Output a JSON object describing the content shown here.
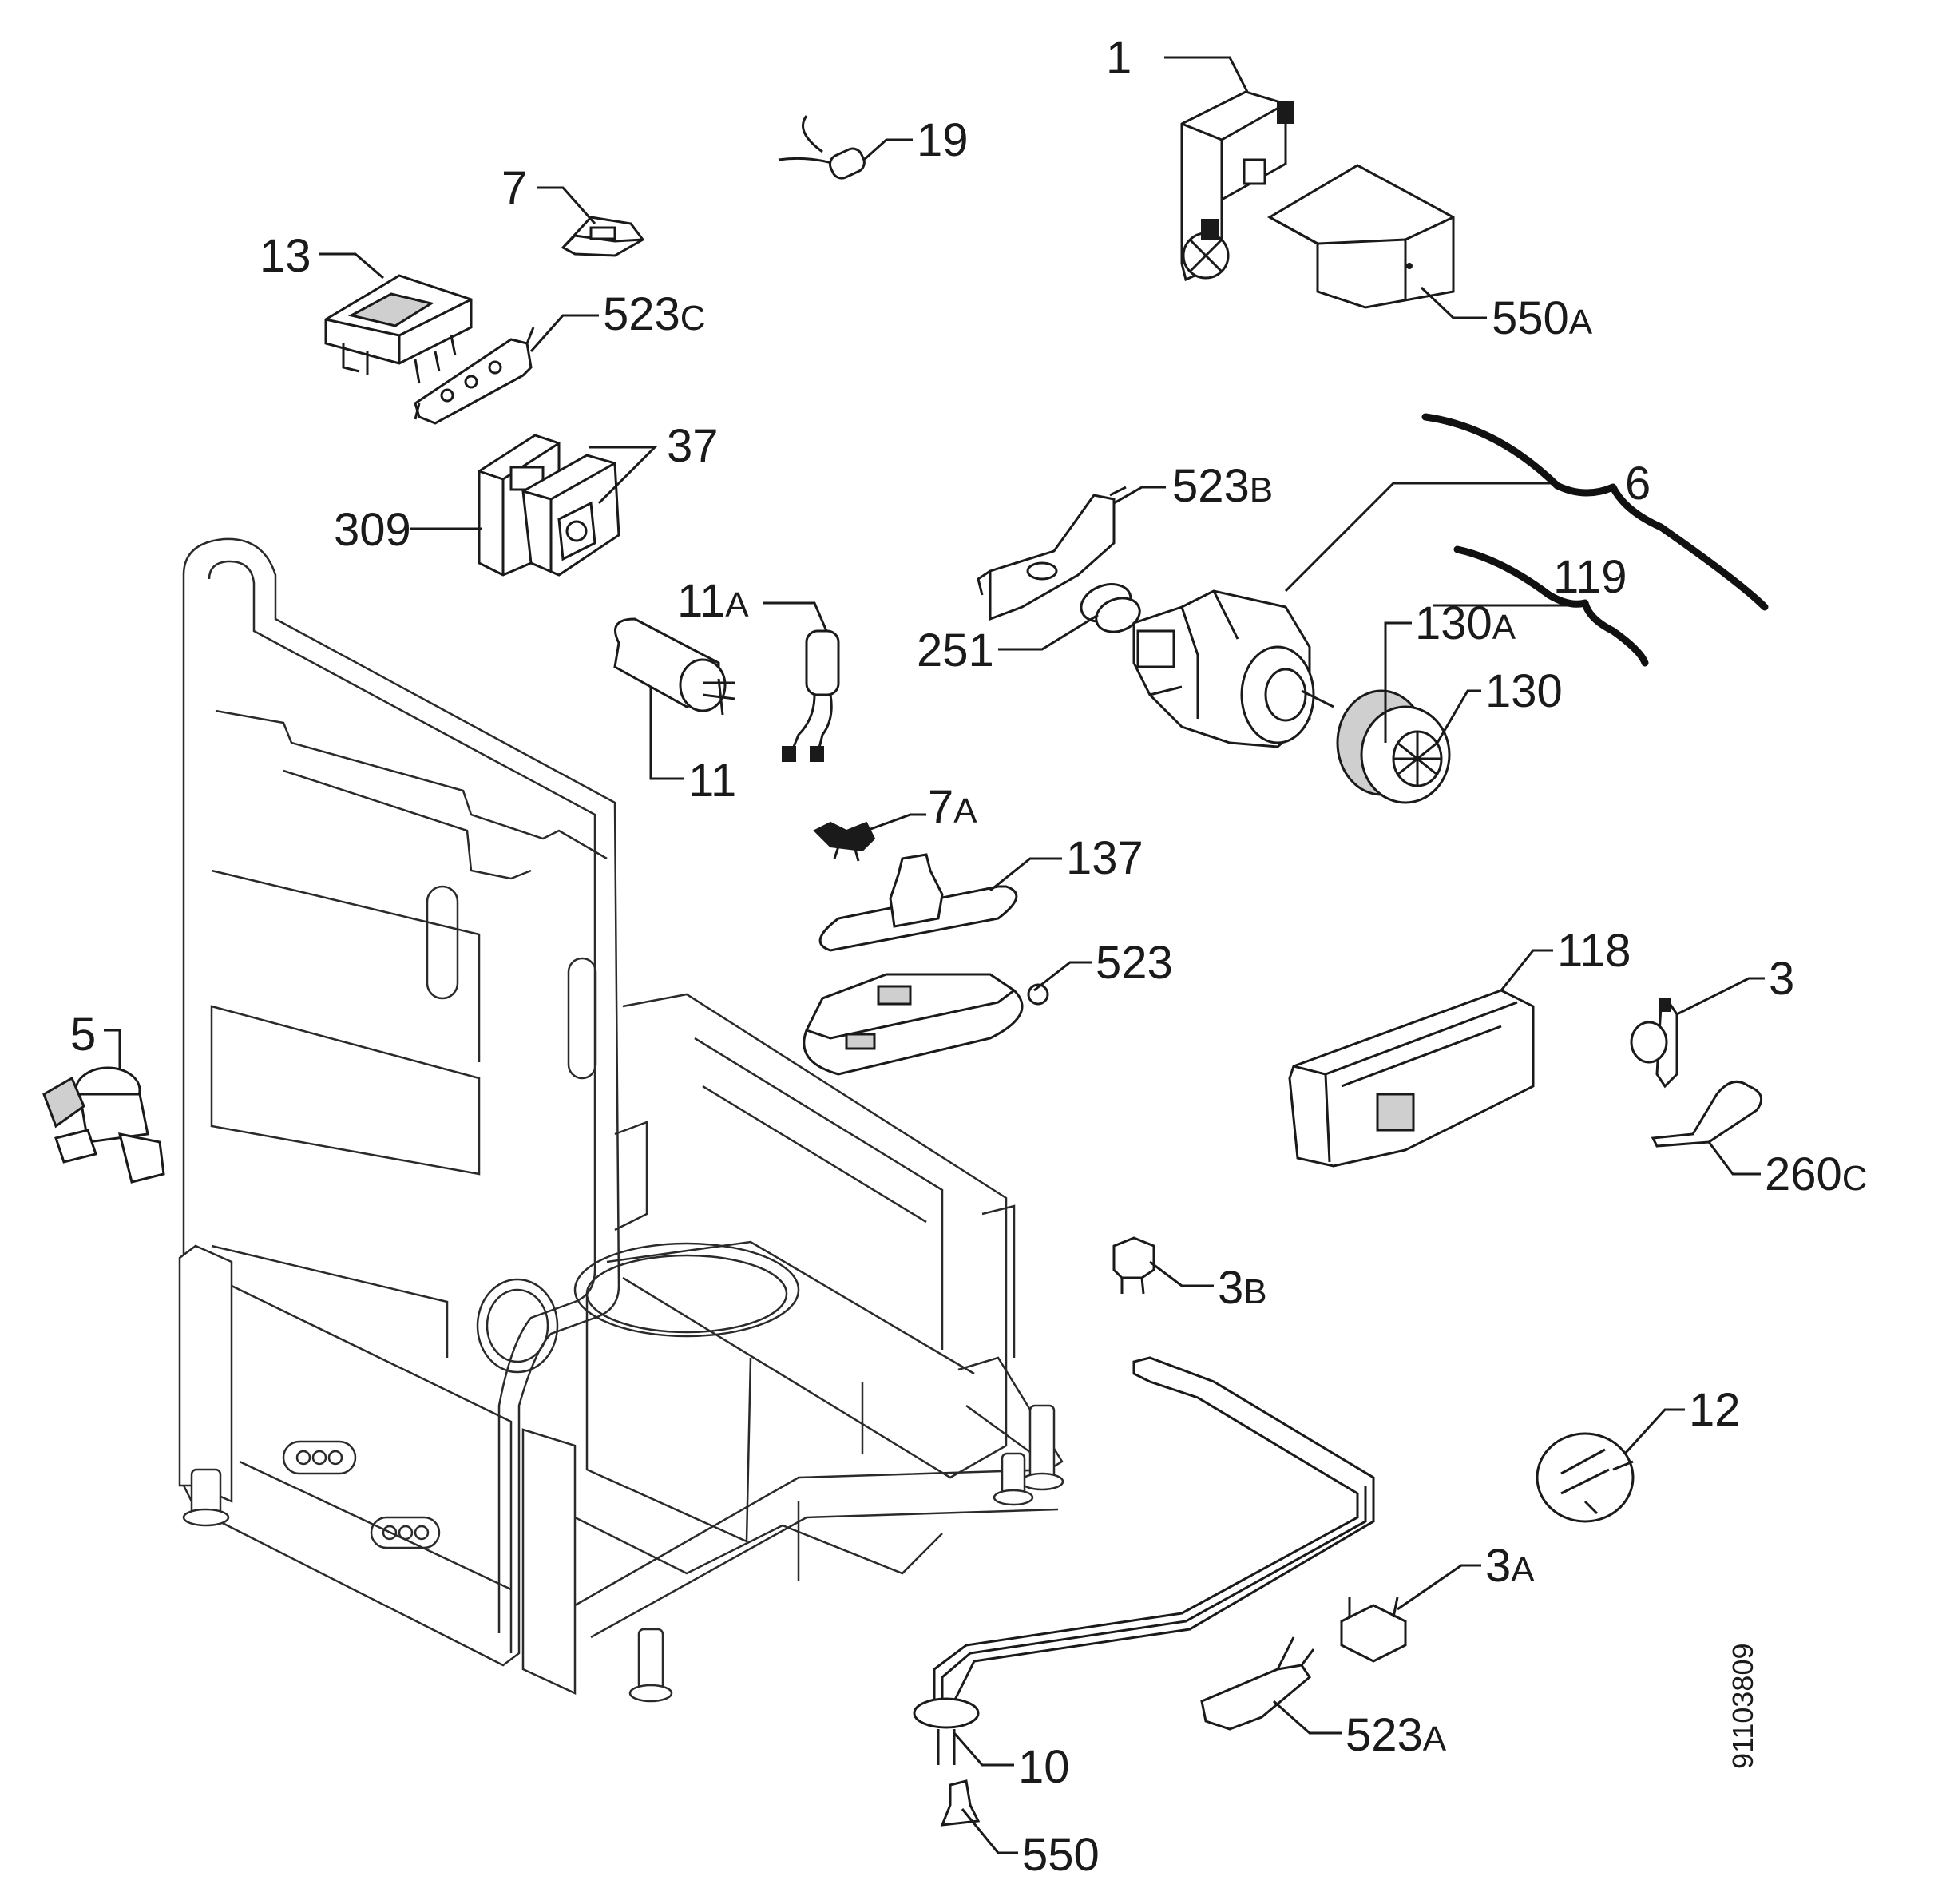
{
  "diagram_code": "91103809",
  "labels": [
    {
      "id": "p1",
      "num": "1",
      "sfx": ""
    },
    {
      "id": "p19",
      "num": "19",
      "sfx": ""
    },
    {
      "id": "p7",
      "num": "7",
      "sfx": ""
    },
    {
      "id": "p13",
      "num": "13",
      "sfx": ""
    },
    {
      "id": "p523c",
      "num": "523",
      "sfx": "C"
    },
    {
      "id": "p550a",
      "num": "550",
      "sfx": "A"
    },
    {
      "id": "p37",
      "num": "37",
      "sfx": ""
    },
    {
      "id": "p309",
      "num": "309",
      "sfx": ""
    },
    {
      "id": "p523b",
      "num": "523",
      "sfx": "B"
    },
    {
      "id": "p6",
      "num": "6",
      "sfx": ""
    },
    {
      "id": "p119",
      "num": "119",
      "sfx": ""
    },
    {
      "id": "p11a",
      "num": "11",
      "sfx": "A"
    },
    {
      "id": "p130a",
      "num": "130",
      "sfx": "A"
    },
    {
      "id": "p251",
      "num": "251",
      "sfx": ""
    },
    {
      "id": "p130",
      "num": "130",
      "sfx": ""
    },
    {
      "id": "p11",
      "num": "11",
      "sfx": ""
    },
    {
      "id": "p7a",
      "num": "7",
      "sfx": "A"
    },
    {
      "id": "p137",
      "num": "137",
      "sfx": ""
    },
    {
      "id": "p523",
      "num": "523",
      "sfx": ""
    },
    {
      "id": "p118",
      "num": "118",
      "sfx": ""
    },
    {
      "id": "p3",
      "num": "3",
      "sfx": ""
    },
    {
      "id": "p5",
      "num": "5",
      "sfx": ""
    },
    {
      "id": "p260c",
      "num": "260",
      "sfx": "C"
    },
    {
      "id": "p3b",
      "num": "3",
      "sfx": "B"
    },
    {
      "id": "p12",
      "num": "12",
      "sfx": ""
    },
    {
      "id": "p3a",
      "num": "3",
      "sfx": "A"
    },
    {
      "id": "p523a",
      "num": "523",
      "sfx": "A"
    },
    {
      "id": "p10",
      "num": "10",
      "sfx": ""
    },
    {
      "id": "p550",
      "num": "550",
      "sfx": ""
    }
  ]
}
